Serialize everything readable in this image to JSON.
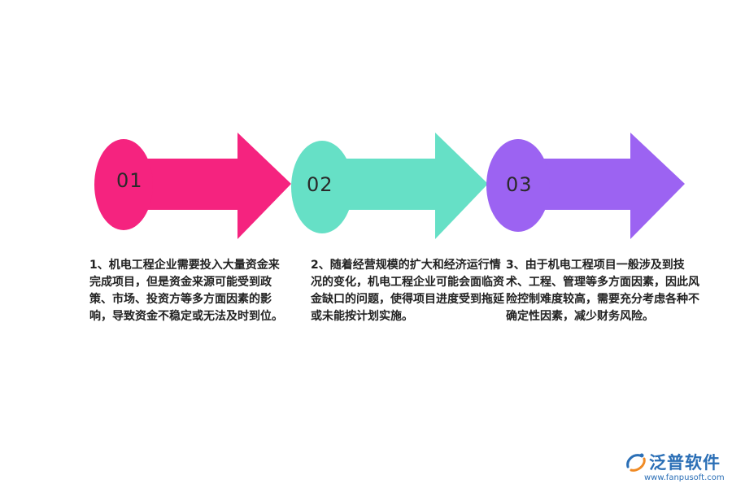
{
  "steps": [
    {
      "number": "01",
      "color": "#f5237f",
      "text": "1、机电工程企业需要投入大量资金来完成项目，但是资金来源可能受到政策、市场、投资方等多方面因素的影响，导致资金不稳定或无法及时到位。"
    },
    {
      "number": "02",
      "color": "#66e0c6",
      "text": "2、随着经营规模的扩大和经济运行情况的变化，机电工程企业可能会面临资金缺口的问题，使得项目进度受到拖延或未能按计划实施。"
    },
    {
      "number": "03",
      "color": "#9c63f2",
      "text": "3、由于机电工程项目一般涉及到技术、工程、管理等多方面因素，因此风险控制难度较高，需要充分考虑各种不确定性因素，减少财务风险。"
    }
  ],
  "logo": {
    "name": "泛普软件",
    "url": "www.fanpusoft.com",
    "color": "#2b6fb6"
  }
}
